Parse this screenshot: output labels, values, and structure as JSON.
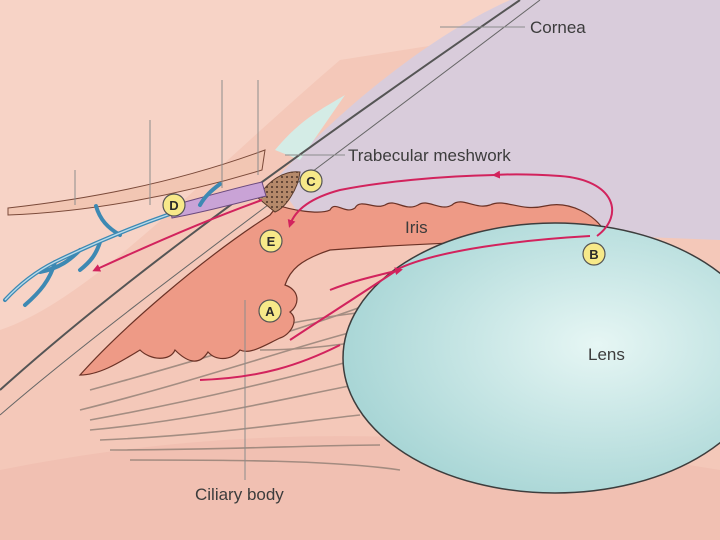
{
  "labels": {
    "cornea": "Cornea",
    "trabecular_meshwork": "Trabecular meshwork",
    "iris": "Iris",
    "lens": "Lens",
    "ciliary_body": "Ciliary body"
  },
  "markers": {
    "A": "A",
    "B": "B",
    "C": "C",
    "D": "D",
    "E": "E"
  },
  "colors": {
    "cornea": "#d9ccdb",
    "cornea_clear": "#d4ece6",
    "sclera": "#f7d3c6",
    "iris": "#ee9a86",
    "lens": "#bfe2e2",
    "aqueous_flow": "#d2235d",
    "vein": "#3d89b3",
    "marker_fill": "#f7e989"
  }
}
